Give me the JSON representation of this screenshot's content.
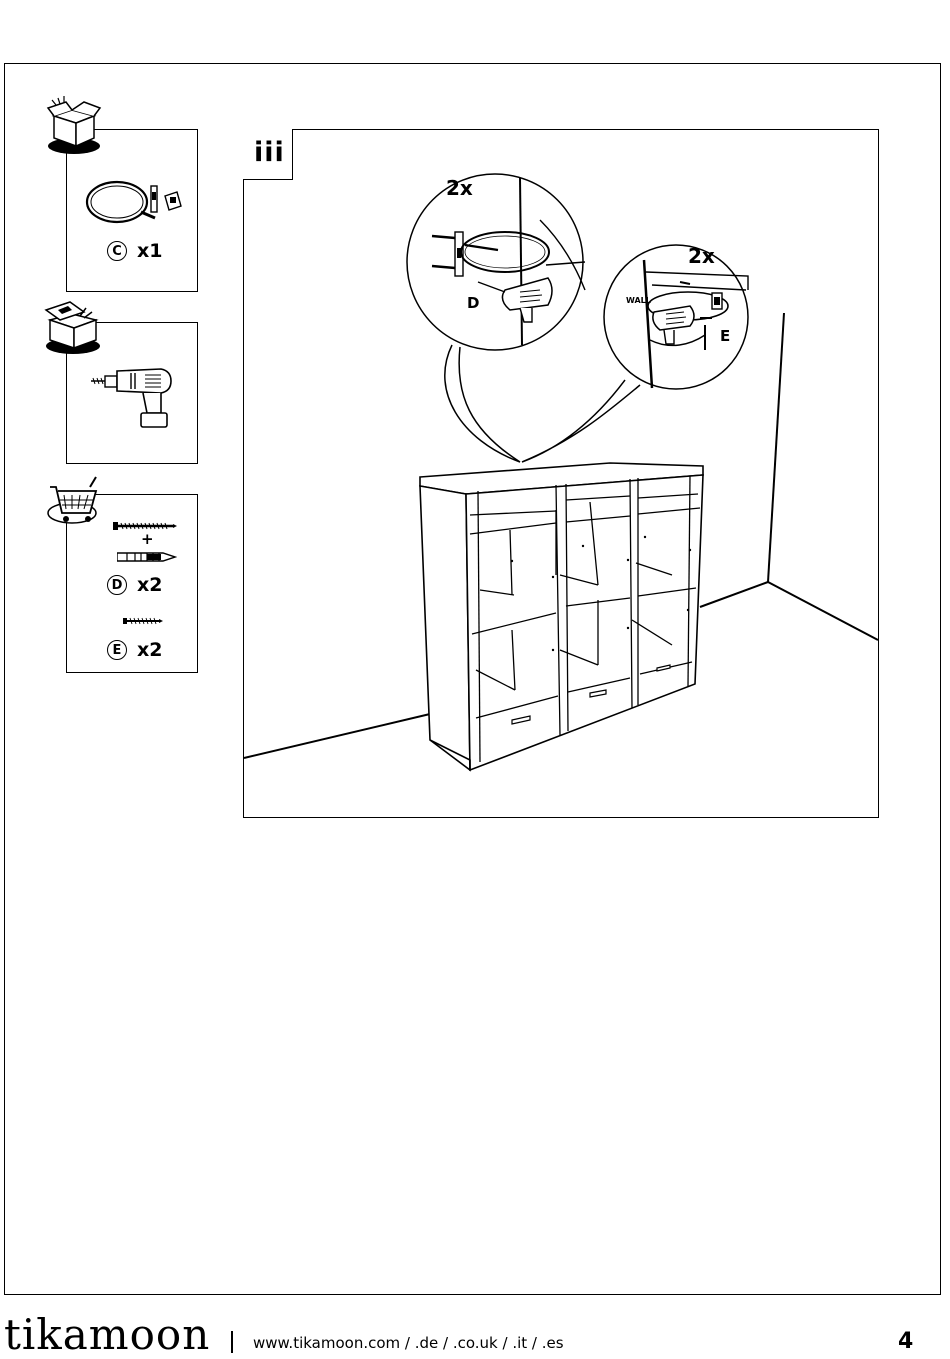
{
  "sidebar": {
    "in_box": {
      "icon": "open-box-icon",
      "part_letter": "C",
      "quantity": "x1"
    },
    "tools": {
      "icon": "toolbox-icon",
      "tool": "cordless-drill-icon"
    },
    "to_buy": {
      "icon": "shopping-cart-icon",
      "plus": "+",
      "screw_plug": {
        "part_letter": "D",
        "quantity": "x2"
      },
      "screw": {
        "part_letter": "E",
        "quantity": "x2"
      }
    }
  },
  "step": {
    "number": "iii",
    "callout_left": {
      "multiplier": "2x",
      "part_letter": "D"
    },
    "callout_right": {
      "multiplier": "2x",
      "wall_label": "WALL",
      "part_letter": "E"
    }
  },
  "footer": {
    "brand": "tikamoon",
    "urls": "www.tikamoon.com / .de / .co.uk / .it / .es",
    "page_number": "4"
  }
}
